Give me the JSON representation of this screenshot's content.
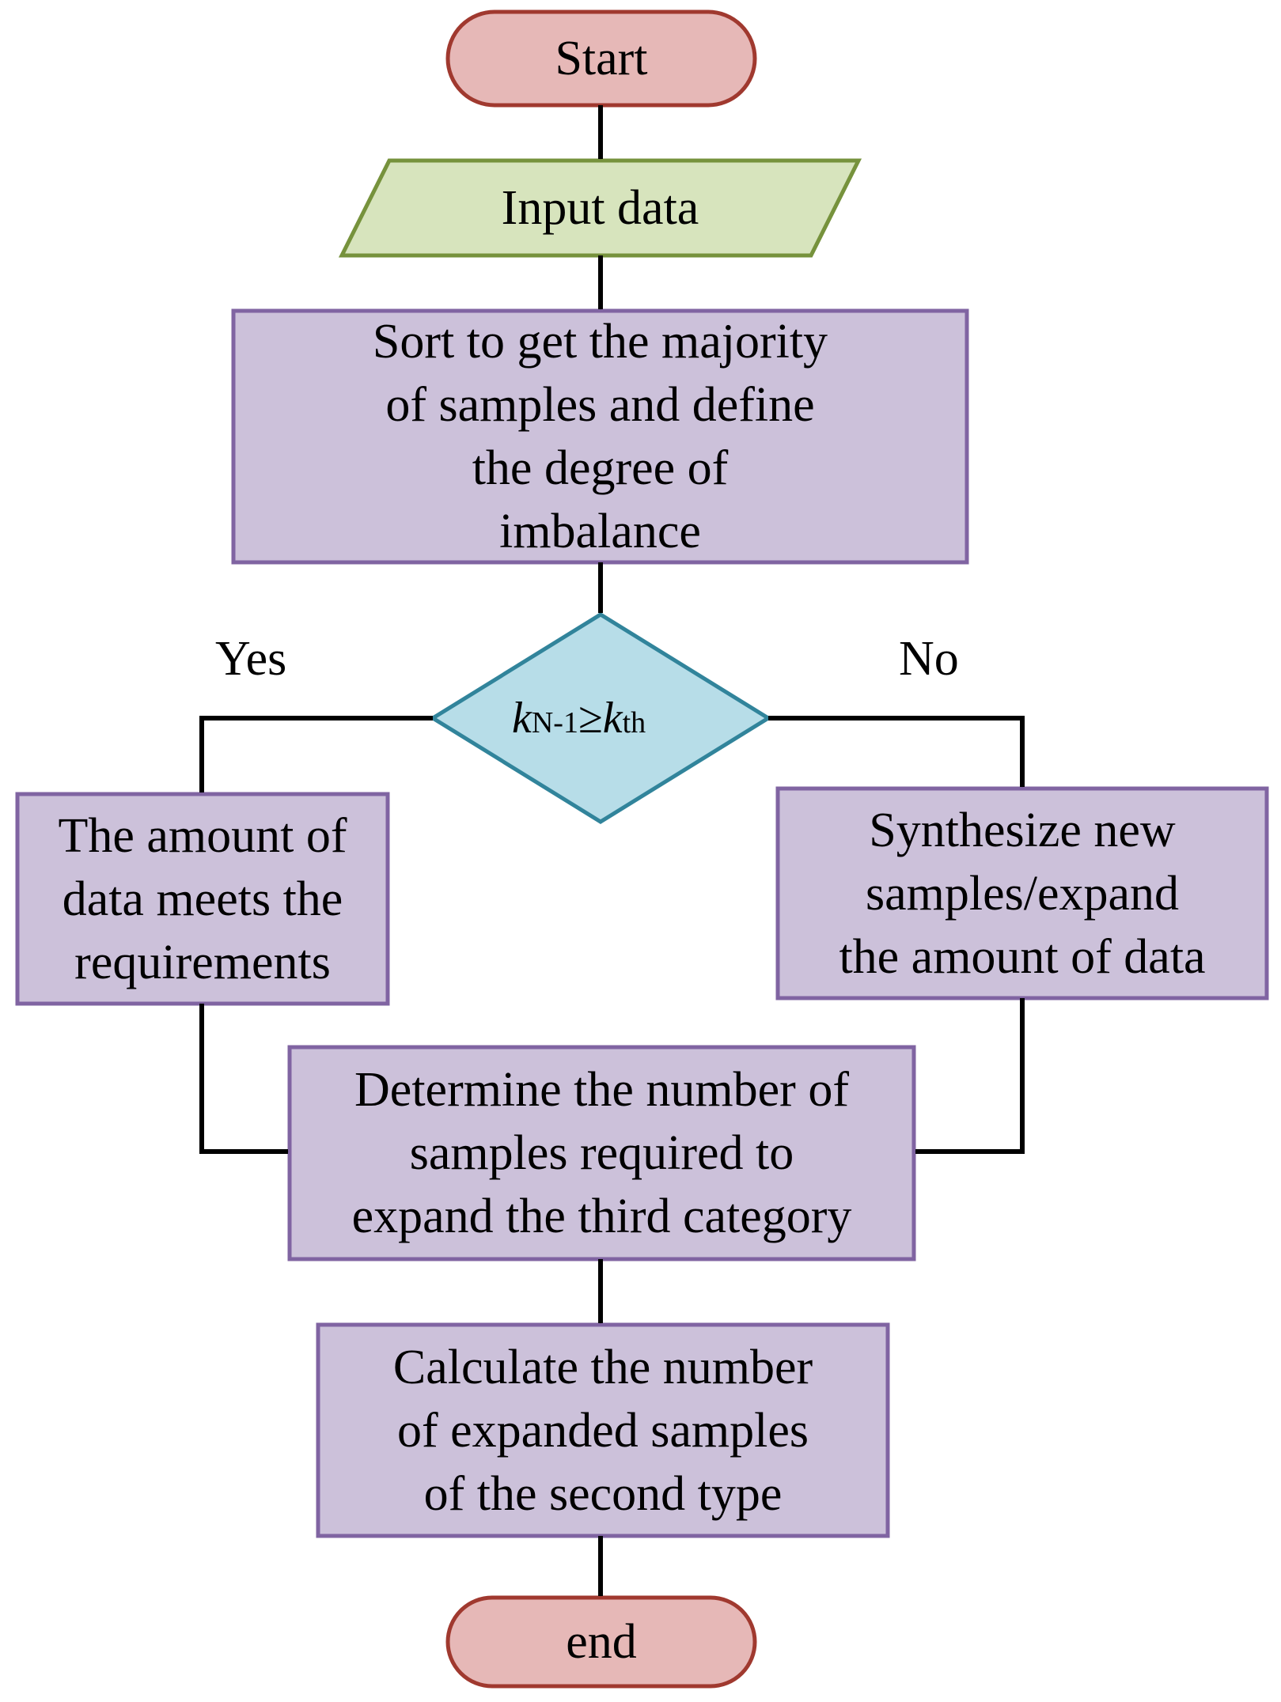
{
  "colors": {
    "terminal_fill": "#E6B8B7",
    "terminal_stroke": "#A0392F",
    "io_fill": "#D7E4BD",
    "io_stroke": "#76923C",
    "process_fill": "#CCC1DA",
    "process_stroke": "#8064A2",
    "decision_fill": "#B7DDE8",
    "decision_stroke": "#31849B",
    "arrow": "#000000"
  },
  "nodes": {
    "start": {
      "lines": [
        "Start"
      ]
    },
    "input": {
      "lines": [
        "Input data"
      ]
    },
    "sort": {
      "lines": [
        "Sort to get the majority",
        "of samples and define",
        "the degree of",
        "imbalance"
      ]
    },
    "decision": {
      "k1": "k",
      "sub1": "N-1",
      "op": "≥",
      "k2": "k",
      "sub2": "th"
    },
    "meets": {
      "lines": [
        "The amount of",
        "data meets the",
        "requirements"
      ]
    },
    "synth": {
      "lines": [
        "Synthesize new",
        "samples/expand",
        "the amount of data"
      ]
    },
    "determine": {
      "lines": [
        "Determine the number of",
        "samples required to",
        "expand the third category"
      ]
    },
    "calculate": {
      "lines": [
        "Calculate the number",
        "of expanded samples",
        "of the second type"
      ]
    },
    "end": {
      "lines": [
        "end"
      ]
    }
  },
  "labels": {
    "yes": "Yes",
    "no": "No"
  }
}
